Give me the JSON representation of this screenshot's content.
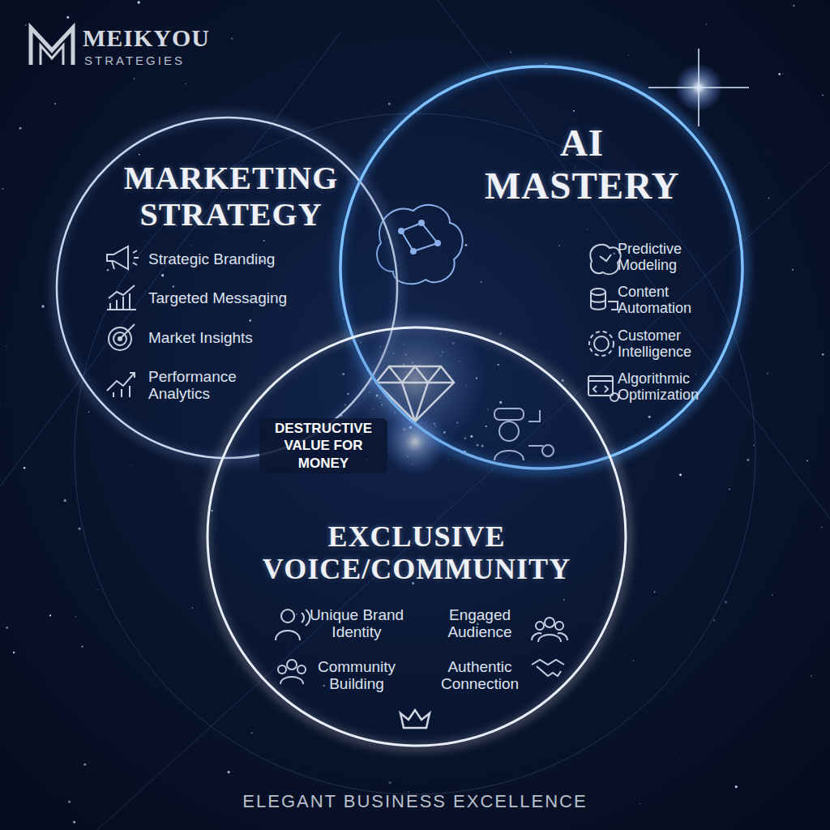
{
  "diagram": {
    "caption": "ELEGANT BUSINESS EXCELLENCE",
    "nodes": [
      {
        "text": [
          "MARKETING STRATEGY",
          "Strategic Branding",
          "Targeted Messaging",
          "Market Insights",
          "Performance Analytics"
        ]
      },
      {
        "text": [
          "AI MASTERY",
          "Predictive Modeling",
          "Content Automation",
          "Customer Intelligence",
          "Algorithmic Optimization"
        ]
      },
      {
        "text": [
          "EXCLUSIVE VOICE/COMMUNITY",
          "Unique Brand Identity",
          "Engaged Audience",
          "Community Building",
          "Authentic Connection"
        ]
      }
    ],
    "labels": [
      "MEIKYOU",
      "STRATEGIES",
      "DESTRUCTIVE VALUE FOR MONEY"
    ]
  }
}
